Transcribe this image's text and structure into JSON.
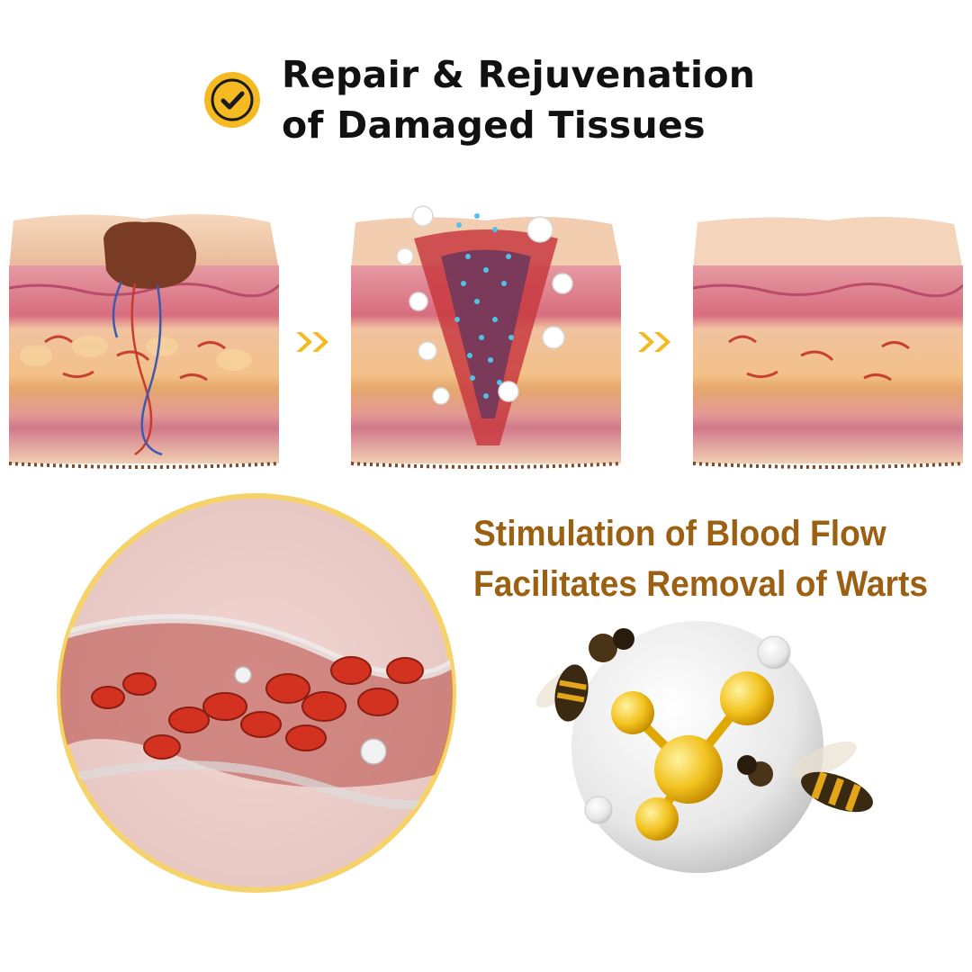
{
  "header": {
    "icon": "checkmark-badge-icon",
    "title_line1": "Repair & Rejuvenation",
    "title_line2": "of Damaged Tissues"
  },
  "stages": [
    {
      "name": "damaged-skin-with-wart"
    },
    {
      "name": "skin-during-treatment"
    },
    {
      "name": "healed-skin"
    }
  ],
  "subtitle": {
    "line1": "Stimulation of Blood Flow",
    "line2": "Facilitates Removal of Warts"
  },
  "colors": {
    "accent_gold": "#f5b921",
    "subtitle_brown": "#9b6012",
    "skin": "#f0c9a6",
    "dermis": "#d9788a"
  }
}
